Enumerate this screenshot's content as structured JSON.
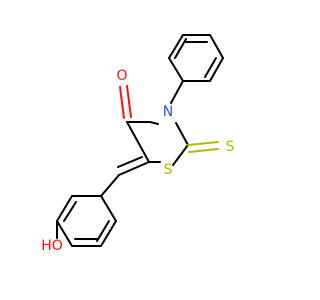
{
  "molecule": {
    "atoms": {
      "carbonyl_oxygen": "O",
      "ring_nitrogen": "N",
      "ring_sulfur": "S",
      "thione_sulfur": "S",
      "hydroxyl": "HO"
    },
    "colors": {
      "bond": "#000000",
      "oxygen": "#ff0d0d",
      "nitrogen": "#3050f8",
      "sulfur": "#b8b800"
    }
  }
}
